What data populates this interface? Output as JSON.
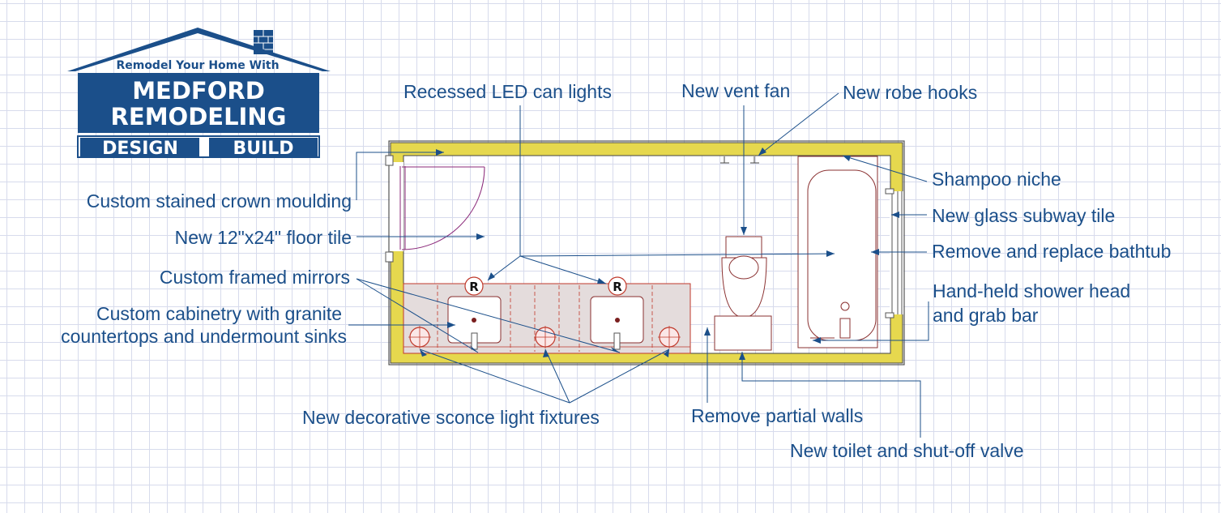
{
  "logo": {
    "tagline": "Remodel Your Home With",
    "line1": "MEDFORD",
    "line2": "REMODELING",
    "design": "DESIGN",
    "build": "BUILD",
    "color": "#1b4f8a"
  },
  "labels": {
    "crown_moulding": "Custom stained crown moulding",
    "floor_tile": "New 12\"x24\" floor tile",
    "mirrors": "Custom framed mirrors",
    "cabinetry_1": "Custom cabinetry with granite",
    "cabinetry_2": "countertops and undermount sinks",
    "led_lights": "Recessed LED can lights",
    "vent_fan": "New vent fan",
    "robe_hooks": "New robe hooks",
    "shampoo_niche": "Shampoo niche",
    "glass_tile": "New glass subway tile",
    "bathtub": "Remove and replace bathtub",
    "shower_1": "Hand-held shower head",
    "shower_2": "and grab bar",
    "sconces": "New decorative sconce light fixtures",
    "partial_walls": "Remove partial walls",
    "toilet": "New toilet and shut-off valve"
  },
  "symbols": {
    "recessed_marker": "R"
  },
  "colors": {
    "label_text": "#1b4f8a",
    "wall_fill": "#e6d84e",
    "fixture_red": "#c0392b",
    "grid": "#d7dbec"
  }
}
